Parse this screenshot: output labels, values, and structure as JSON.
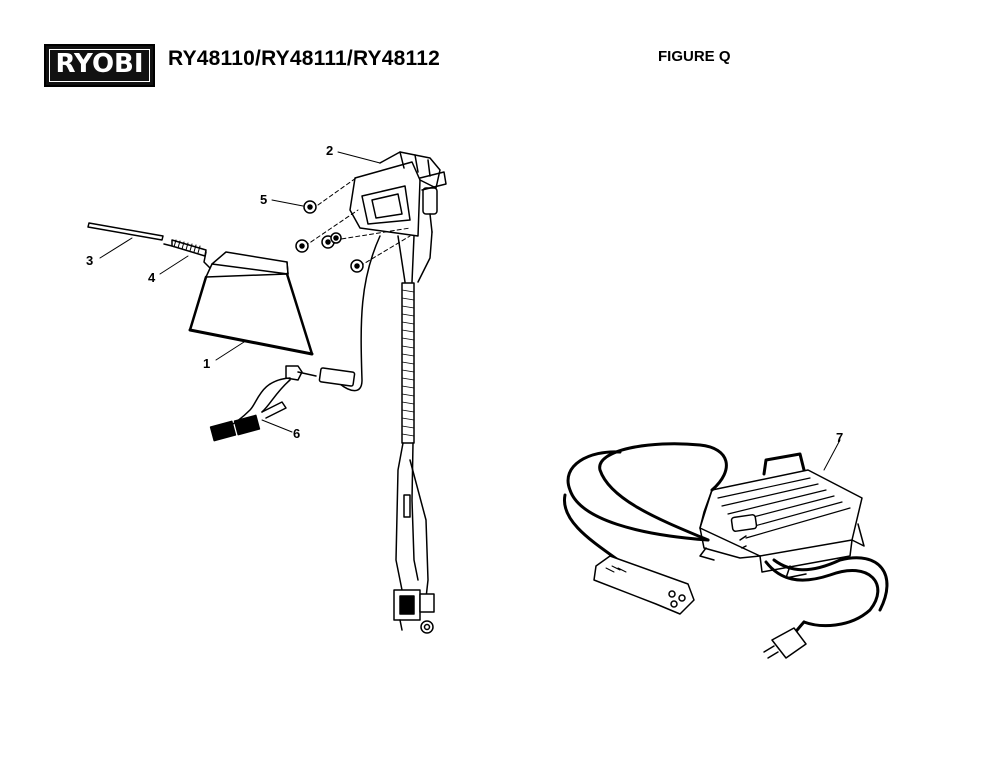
{
  "header": {
    "brand": "RYOBI",
    "models": "RY48110/RY48111/RY48112",
    "figure": "FIGURE Q"
  },
  "callouts": [
    "1",
    "2",
    "3",
    "4",
    "5",
    "6",
    "7"
  ]
}
